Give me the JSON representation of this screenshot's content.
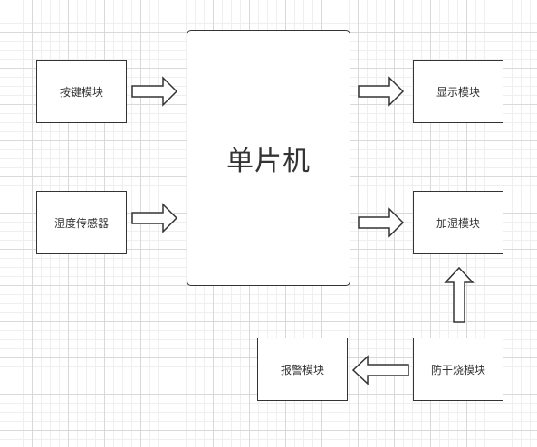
{
  "diagram": {
    "center": {
      "label": "单片机"
    },
    "modules": {
      "keypad": "按键模块",
      "humidity_sensor": "湿度传感器",
      "display": "显示模块",
      "humidifier": "加湿模块",
      "alarm": "报警模块",
      "anti_dry": "防干烧模块"
    },
    "connections": [
      {
        "from": "按键模块",
        "to": "单片机"
      },
      {
        "from": "湿度传感器",
        "to": "单片机"
      },
      {
        "from": "单片机",
        "to": "显示模块"
      },
      {
        "from": "单片机",
        "to": "加湿模块"
      },
      {
        "from": "防干烧模块",
        "to": "加湿模块"
      },
      {
        "from": "防干烧模块",
        "to": "报警模块"
      }
    ],
    "colors": {
      "stroke": "#333333",
      "fill": "#ffffff",
      "grid": "#d9d9d9"
    }
  }
}
